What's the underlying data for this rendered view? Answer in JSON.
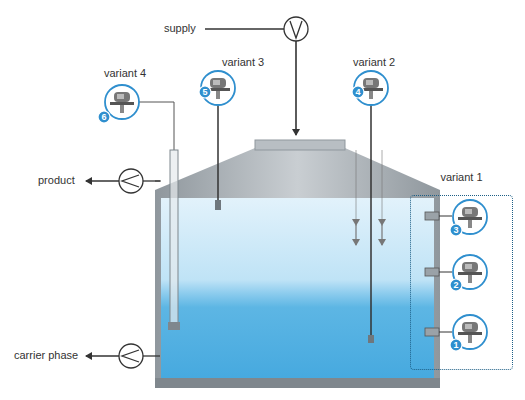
{
  "diagram": {
    "nodes": [
      {
        "text": [
          "variant 1"
        ]
      }
    ],
    "labels": [
      "supply",
      "variant 4",
      "variant 3",
      "variant 2",
      "6",
      "5",
      "4",
      "product",
      "3",
      "2",
      "1",
      "carrier phase"
    ]
  }
}
